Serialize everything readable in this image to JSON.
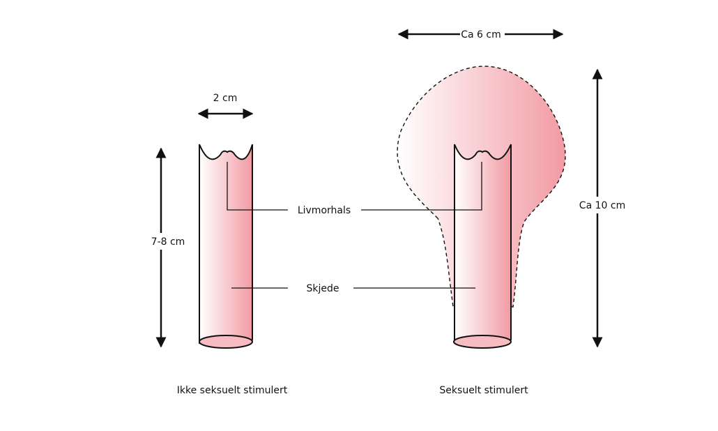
{
  "labels": {
    "width_unstimulated": "2 cm",
    "width_stimulated": "Ca 6 cm",
    "length_unstimulated": "7-8 cm",
    "length_stimulated": "Ca 10 cm",
    "cervix": "Livmorhals",
    "vagina": "Skjede",
    "caption_unstimulated": "Ikke seksuelt stimulert",
    "caption_stimulated": "Seksuelt stimulert"
  },
  "colors": {
    "tube_light": "#ffffff",
    "tube_pink": "#f29aa3",
    "stroke": "#111111"
  }
}
